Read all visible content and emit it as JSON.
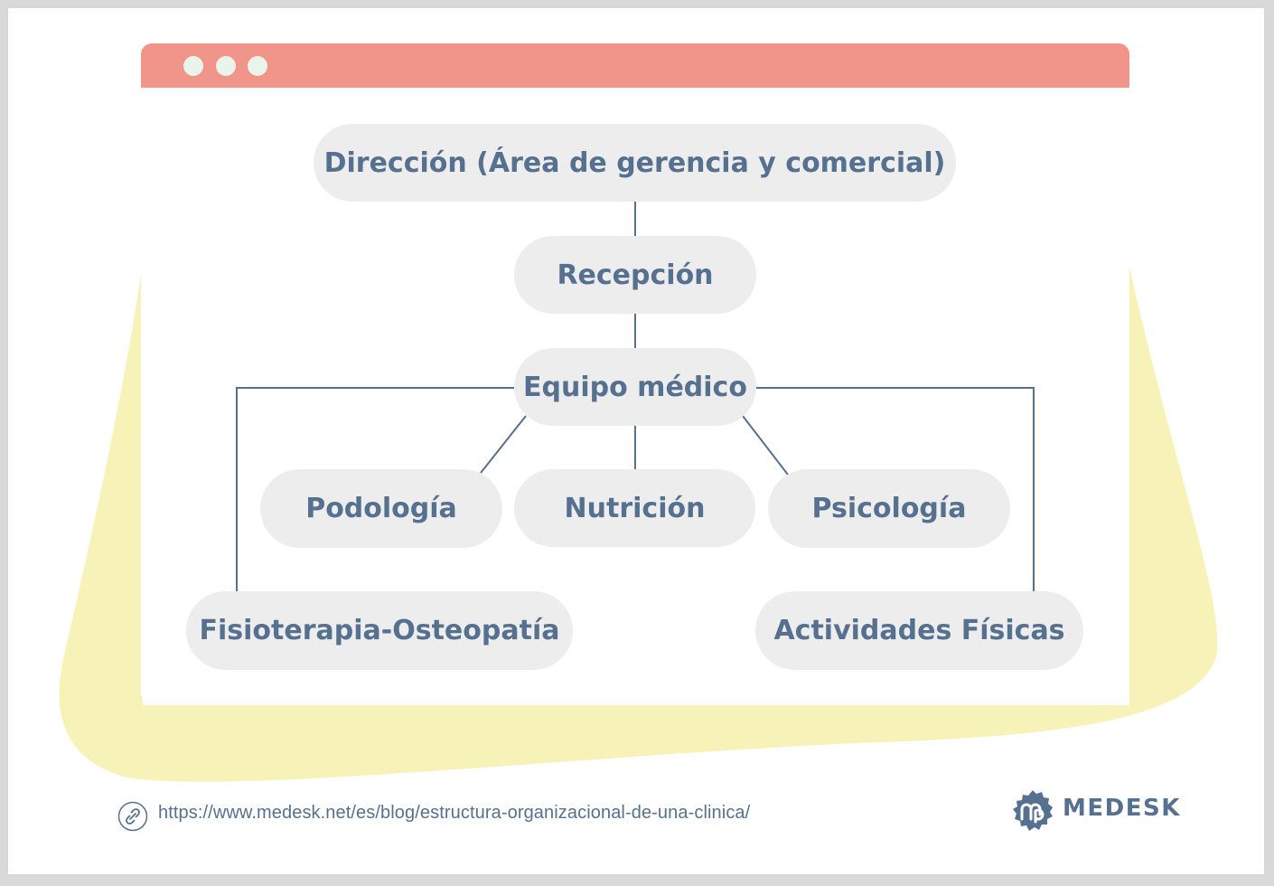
{
  "window": {
    "controls": [
      "dot",
      "dot",
      "dot"
    ],
    "titlebar_color": "#f1958a",
    "dot_color": "#eaf4ea"
  },
  "colors": {
    "node_fill": "#ededed",
    "node_text": "#56708f",
    "connector": "#56708f",
    "blob": "#f6f2b8"
  },
  "org_chart": {
    "direccion": "Dirección (Área de gerencia y comercial)",
    "recepcion": "Recepción",
    "equipo_medico": "Equipo médico",
    "podologia": "Podología",
    "nutricion": "Nutrición",
    "psicologia": "Psicología",
    "fisioterapia": "Fisioterapia-Osteopatía",
    "actividades": "Actividades Físicas"
  },
  "footer": {
    "link_icon": "link-icon",
    "url": "https://www.medesk.net/es/blog/estructura-organizacional-de-una-clinica/"
  },
  "brand": {
    "logo_icon": "medesk-mp-logo",
    "name": "MEDESK"
  }
}
